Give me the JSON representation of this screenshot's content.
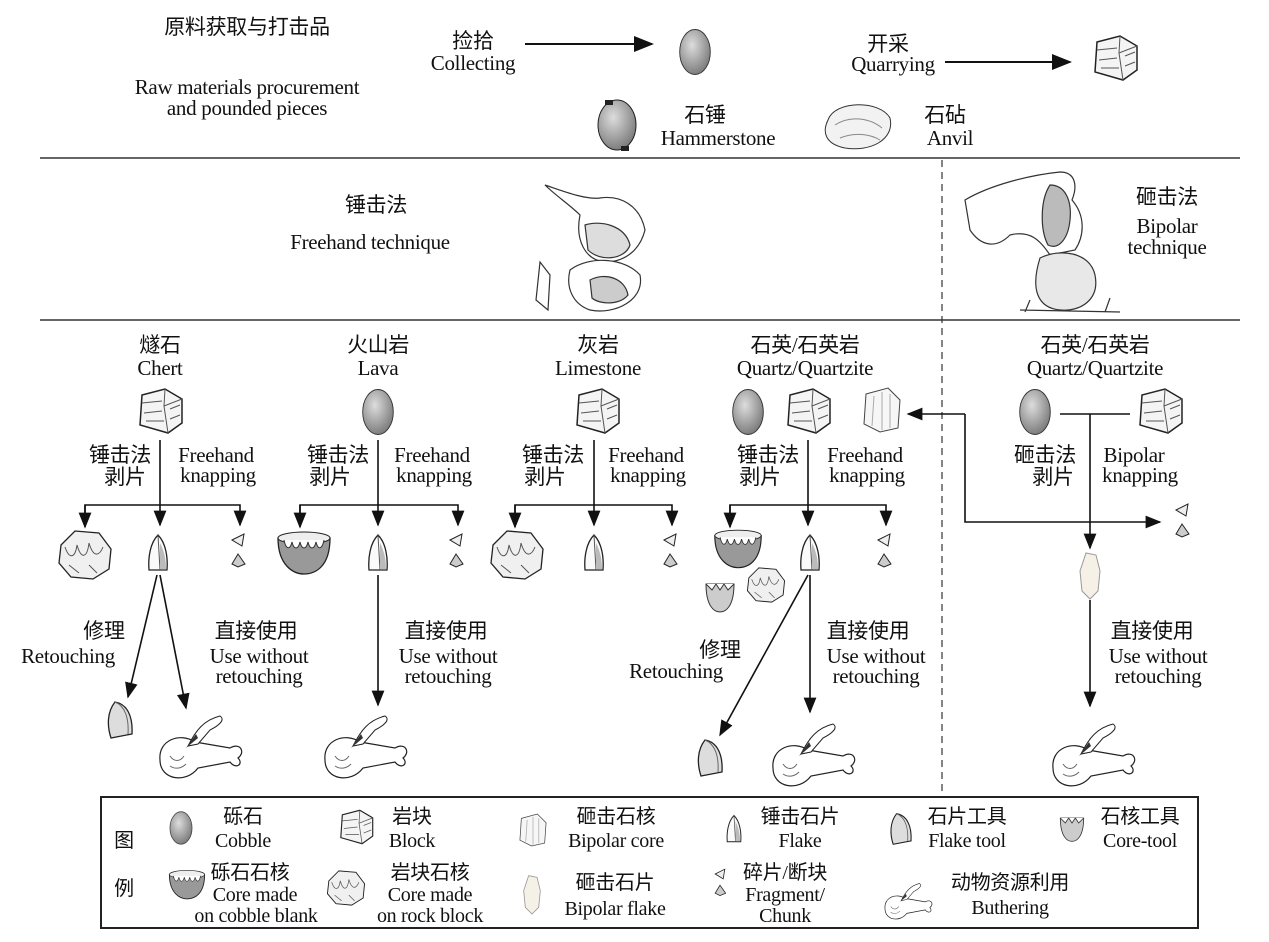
{
  "top": {
    "title_cn": "原料获取与打击品",
    "title_en_1": "Raw materials procurement",
    "title_en_2": "and pounded pieces",
    "collecting_cn": "捡拾",
    "collecting_en": "Collecting",
    "quarrying_cn": "开采",
    "quarrying_en": "Quarrying",
    "hammerstone_cn": "石锤",
    "hammerstone_en": "Hammerstone",
    "anvil_cn": "石砧",
    "anvil_en": "Anvil"
  },
  "techniques": {
    "freehand_cn": "锤击法",
    "freehand_en": "Freehand technique",
    "bipolar_cn": "砸击法",
    "bipolar_en_1": "Bipolar",
    "bipolar_en_2": "technique"
  },
  "columns": [
    {
      "cn": "燧石",
      "en": "Chert"
    },
    {
      "cn": "火山岩",
      "en": "Lava"
    },
    {
      "cn": "灰岩",
      "en": "Limestone"
    },
    {
      "cn": "石英/石英岩",
      "en": "Quartz/Quartzite"
    },
    {
      "cn": "石英/石英岩",
      "en": "Quartz/Quartzite"
    }
  ],
  "labels": {
    "freehand_knap_cn_1": "锤击法",
    "freehand_knap_cn_2": "剥片",
    "freehand_knap_en_1": "Freehand",
    "freehand_knap_en_2": "knapping",
    "bipolar_knap_cn_1": "砸击法",
    "bipolar_knap_cn_2": "剥片",
    "bipolar_knap_en_1": "Bipolar",
    "bipolar_knap_en_2": "knapping",
    "retouch_cn": "修理",
    "retouch_en": "Retouching",
    "use_cn": "直接使用",
    "use_en_1": "Use without",
    "use_en_2": "retouching"
  },
  "legend": {
    "title_1": "图",
    "title_2": "例",
    "items": [
      {
        "cn": "砾石",
        "en": "Cobble"
      },
      {
        "cn": "岩块",
        "en": "Block"
      },
      {
        "cn": "砸击石核",
        "en": "Bipolar core"
      },
      {
        "cn": "锤击石片",
        "en": "Flake"
      },
      {
        "cn": "石片工具",
        "en": "Flake tool"
      },
      {
        "cn": "石核工具",
        "en": "Core-tool"
      },
      {
        "cn": "砾石石核",
        "en": "Core made",
        "en2": "on cobble blank"
      },
      {
        "cn": "岩块石核",
        "en": "Core made",
        "en2": "on rock block"
      },
      {
        "cn": "砸击石片",
        "en": "Bipolar flake"
      },
      {
        "cn": "碎片/断块",
        "en": "Fragment/",
        "en2": "Chunk"
      },
      {
        "cn": "动物资源利用",
        "en": "Buthering"
      }
    ]
  }
}
